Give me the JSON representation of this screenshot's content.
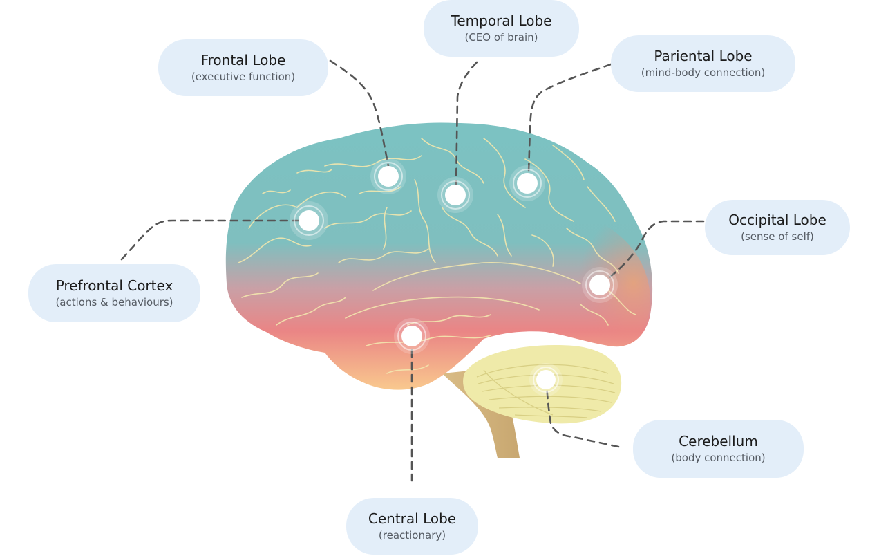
{
  "labels": {
    "frontal": {
      "title": "Frontal Lobe",
      "subtitle": "(executive function)"
    },
    "temporal": {
      "title": "Temporal Lobe",
      "subtitle": "(CEO of brain)"
    },
    "parietal": {
      "title": "Pariental Lobe",
      "subtitle": "(mind-body connection)"
    },
    "occipital": {
      "title": "Occipital Lobe",
      "subtitle": "(sense of self)"
    },
    "prefrontal": {
      "title": "Prefrontal Cortex",
      "subtitle": "(actions & behaviours)"
    },
    "cerebellum": {
      "title": "Cerebellum",
      "subtitle": "(body connection)"
    },
    "central": {
      "title": "Central Lobe",
      "subtitle": "(reactionary)"
    }
  },
  "colors": {
    "label_background": "#e3eef9",
    "brain_teal": "#7cc1c1",
    "brain_red": "#e98585",
    "brain_orange": "#f7c48a",
    "cerebellum": "#efeaa8",
    "brainstem": "#cfb07c",
    "connector": "#555555",
    "marker": "#ffffff"
  }
}
